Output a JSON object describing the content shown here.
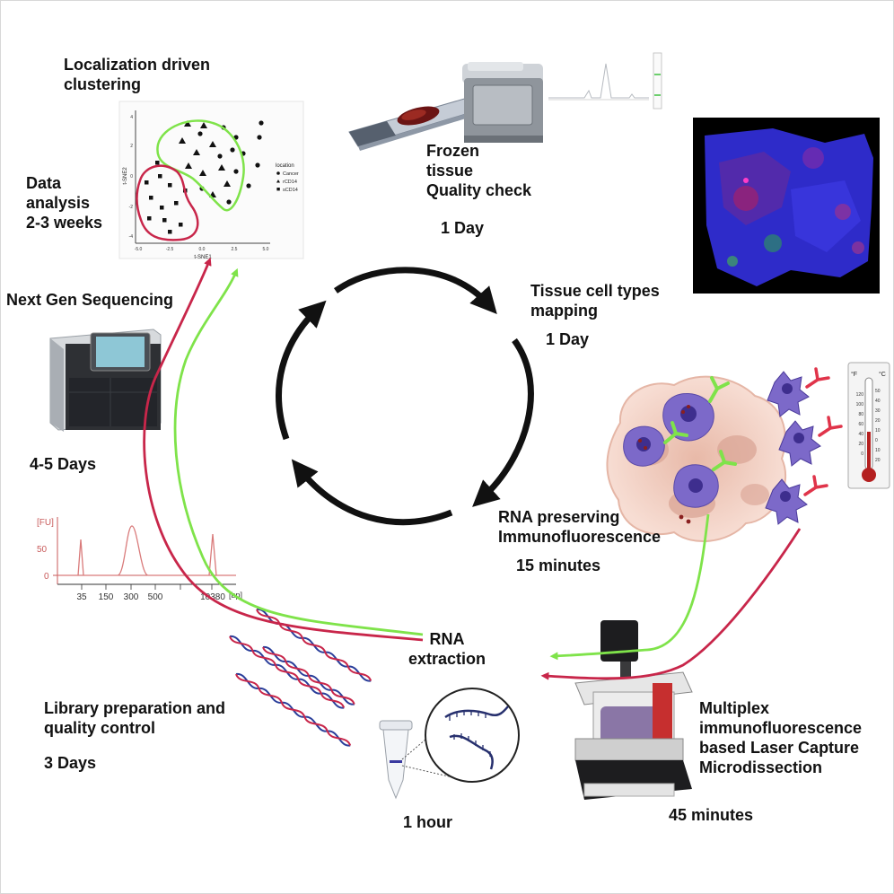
{
  "labels": {
    "clustering": "Localization driven\nclustering",
    "data_analysis": "Data\nanalysis\n2-3 weeks",
    "frozen": "Frozen\ntissue\nQuality check",
    "frozen_time": "1 Day",
    "mapping": "Tissue cell types\nmapping",
    "mapping_time": "1 Day",
    "ngs": "Next Gen Sequencing",
    "ngs_time": "4-5 Days",
    "if": "RNA preserving\nImmunofluorescence",
    "if_time": "15 minutes",
    "rna": "RNA\nextraction",
    "rna_time": "1 hour",
    "library": "Library preparation and\nquality control",
    "library_time": "3 Days",
    "lcm": "Multiplex\nimmunofluorescence\nbased Laser Capture\nMicrodissection",
    "lcm_time": "45 minutes"
  },
  "tsne": {
    "ylabel": "t-SNE2",
    "xlabel": "t-SNE1",
    "legend_title": "location",
    "legend": [
      "Cancer",
      "rCD14",
      "sCD14"
    ],
    "xticks": [
      "-5.0",
      "-2.5",
      "0.0",
      "2.5",
      "5.0"
    ],
    "yticks": [
      "4",
      "2",
      "0",
      "-2",
      "-4"
    ]
  },
  "bioanalyzer": {
    "ylabel": "[FU]",
    "yticks": [
      "50",
      "0"
    ],
    "xticks": [
      "35",
      "150",
      "300",
      "500",
      "10380"
    ],
    "xunit": "[bp]"
  },
  "thermometer": {
    "f_label": "°F",
    "c_label": "°C",
    "f_ticks": [
      "120",
      "100",
      "80",
      "60",
      "40",
      "20",
      "0"
    ],
    "c_ticks": [
      "50",
      "40",
      "30",
      "20",
      "10",
      "0",
      "10",
      "20"
    ]
  },
  "colors": {
    "red_path": "#c8264a",
    "green_path": "#7fe34a",
    "cycle_arrows": "#111111"
  }
}
